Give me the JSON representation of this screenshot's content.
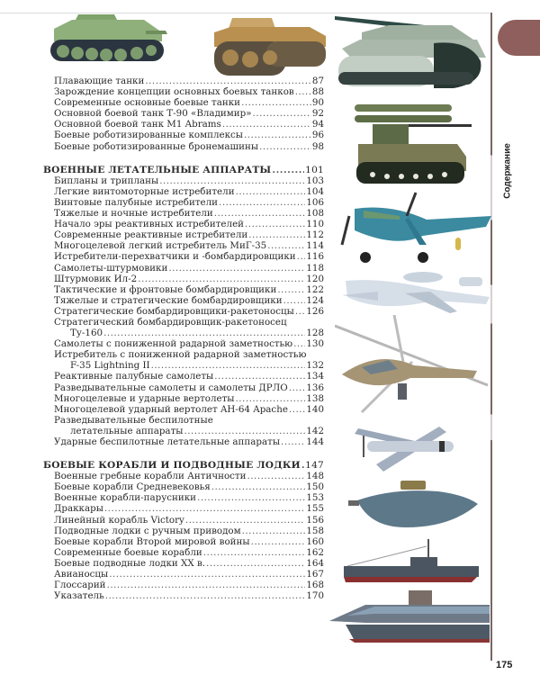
{
  "side_tab": {
    "label": "Содержание",
    "color": "#8e5f5c"
  },
  "page_number": "175",
  "toc": {
    "tanks_tail": [
      {
        "title": "Плавающие танки",
        "page": "87"
      },
      {
        "title": "Зарождение концепции основных боевых танков",
        "page": "88"
      },
      {
        "title": "Современные основные боевые танки",
        "page": "90"
      },
      {
        "title": "Основной боевой танк Т-90 «Владимир»",
        "page": "92"
      },
      {
        "title": "Основной боевой танк M1 Abrams",
        "page": "94"
      },
      {
        "title": "Боевые роботизированные комплексы",
        "page": "96"
      },
      {
        "title": "Боевые роботизированные бронемашины",
        "page": "98"
      }
    ],
    "aircraft": {
      "heading": "ВОЕННЫЕ ЛЕТАТЕЛЬНЫЕ АППАРАТЫ",
      "page": "101",
      "items": [
        {
          "title": "Бипланы и трипланы",
          "page": "103"
        },
        {
          "title": "Легкие винтомоторные истребители",
          "page": "104"
        },
        {
          "title": "Винтовые палубные истребители",
          "page": "106"
        },
        {
          "title": "Тяжелые и ночные истребители",
          "page": "108"
        },
        {
          "title": "Начало эры реактивных истребителей",
          "page": "110"
        },
        {
          "title": "Современные реактивные истребители",
          "page": "112"
        },
        {
          "title": "Многоцелевой легкий истребитель МиГ-35",
          "page": "114"
        },
        {
          "title": "Истребители-перехватчики и -бомбардировщики",
          "page": "116"
        },
        {
          "title": "Самолеты-штурмовики",
          "page": "118"
        },
        {
          "title": "Штурмовик Ил-2",
          "page": "120"
        },
        {
          "title": "Тактические и фронтовые бомбардировщики",
          "page": "122"
        },
        {
          "title": "Тяжелые и стратегические бомбардировщики",
          "page": "124"
        },
        {
          "title": "Стратегические бомбардировщики-ракетоносцы",
          "page": "126"
        },
        {
          "title_line1": "Стратегический бомбардировщик-ракетоносец",
          "title": "Ту-160",
          "page": "128"
        },
        {
          "title": "Самолеты с пониженной радарной заметностью",
          "page": "130"
        },
        {
          "title_line1": "Истребитель с пониженной радарной заметностью",
          "title": "F-35 Lightning II",
          "page": "132"
        },
        {
          "title": "Реактивные палубные самолеты",
          "page": "134"
        },
        {
          "title": "Разведывательные самолеты и самолеты ДРЛО",
          "page": "136"
        },
        {
          "title": "Многоцелевые и ударные вертолеты",
          "page": "138"
        },
        {
          "title": "Многоцелевой ударный вертолет AH-64 Apache",
          "page": "140"
        },
        {
          "title_line1": "Разведывательные беспилотные",
          "title": "летательные аппараты",
          "page": "142"
        },
        {
          "title": "Ударные беспилотные летательные аппараты",
          "page": "144"
        }
      ]
    },
    "ships": {
      "heading": "БОЕВЫЕ КОРАБЛИ И ПОДВОДНЫЕ ЛОДКИ",
      "page": "147",
      "items": [
        {
          "title": "Военные гребные корабли Античности",
          "page": "148"
        },
        {
          "title": "Боевые корабли Средневековья",
          "page": "150"
        },
        {
          "title": "Военные корабли-парусники",
          "page": "153"
        },
        {
          "title": "Драккары",
          "page": "155"
        },
        {
          "title": "Линейный корабль Victory",
          "page": "156"
        },
        {
          "title": "Подводные лодки с ручным приводом",
          "page": "158"
        },
        {
          "title": "Боевые корабли Второй мировой войны",
          "page": "160"
        },
        {
          "title": "Современные боевые корабли",
          "page": "162"
        },
        {
          "title": "Боевые подводные лодки XX в.",
          "page": "164"
        },
        {
          "title": "Авианосцы",
          "page": "167"
        },
        {
          "title": "Глоссарий",
          "page": "168"
        },
        {
          "title": "Указатель",
          "page": "170"
        }
      ]
    }
  },
  "illustrations": [
    "green-heavy-tank",
    "desert-light-tank",
    "modern-tank",
    "robotic-combat-vehicle",
    "twin-engine-fighter",
    "awacs-aircraft",
    "attack-helicopter",
    "loitering-drone",
    "early-submarine",
    "patrol-warship",
    "aircraft-carrier"
  ]
}
